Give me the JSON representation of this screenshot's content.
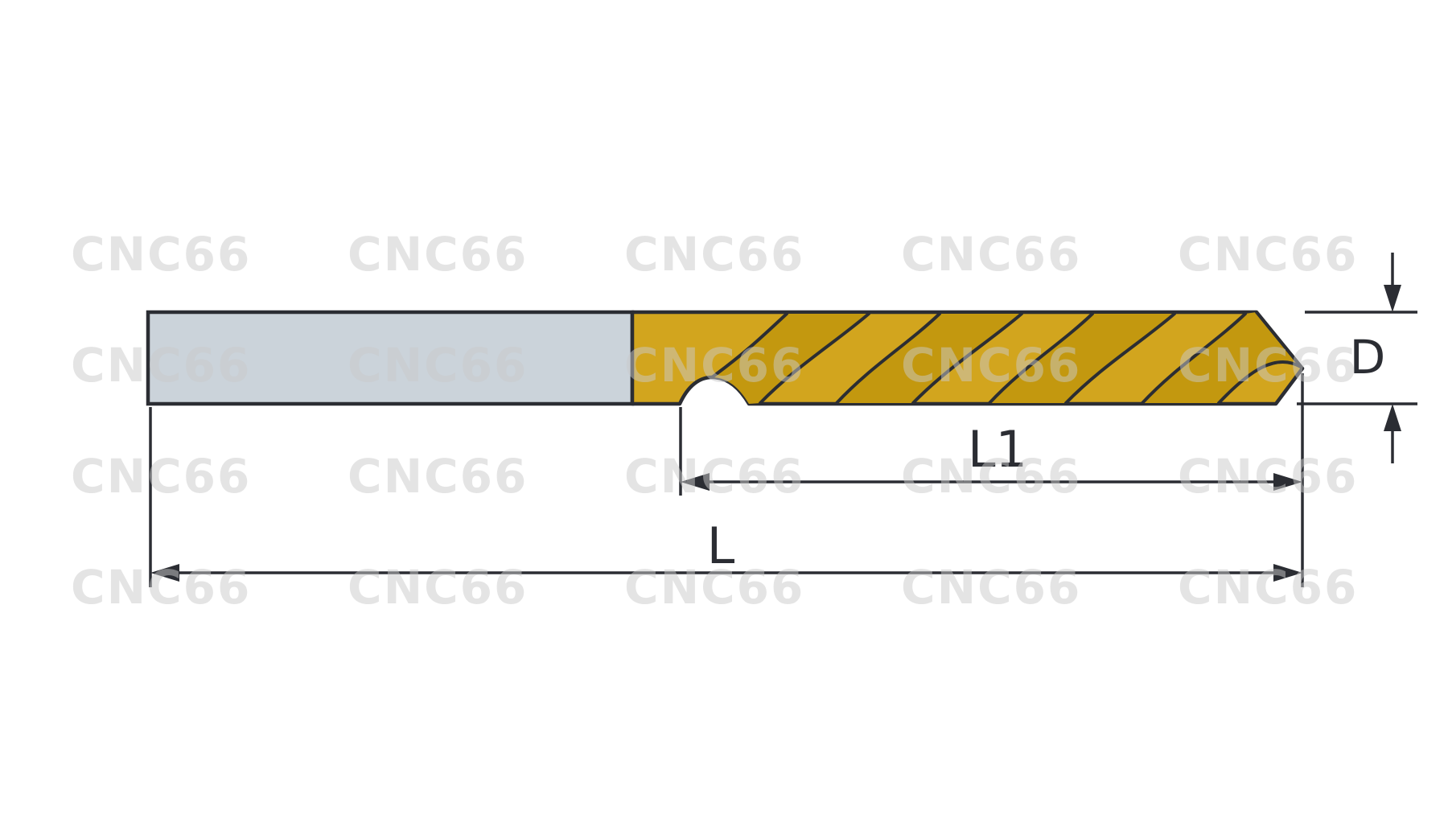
{
  "watermark": {
    "text": "CNC66"
  },
  "drawing": {
    "labels": {
      "diameter": "D",
      "flute_length": "L1",
      "overall_length": "L"
    },
    "colors": {
      "shank_fill": "#cbd3da",
      "flute_fill": "#d2a51e",
      "flute_shadow": "#c3980f",
      "outline": "#2b2d33",
      "background": "#ffffff",
      "watermark": "#c9c9c9"
    }
  }
}
